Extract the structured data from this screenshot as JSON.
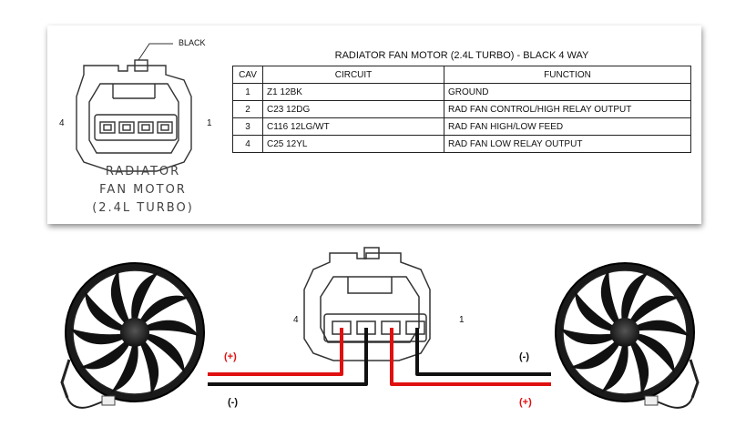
{
  "connector_callout": "BLACK",
  "caption": [
    "RADIATOR",
    "FAN MOTOR",
    "(2.4L TURBO)"
  ],
  "top_pins": {
    "left": "4",
    "right": "1"
  },
  "bottom_pins": {
    "left": "4",
    "right": "1"
  },
  "table": {
    "title": "RADIATOR FAN MOTOR (2.4L TURBO) - BLACK 4 WAY",
    "headers": [
      "CAV",
      "CIRCUIT",
      "FUNCTION"
    ],
    "rows": [
      {
        "cav": "1",
        "circuit": "Z1 12BK",
        "function": "GROUND"
      },
      {
        "cav": "2",
        "circuit": "C23 12DG",
        "function": "RAD FAN CONTROL/HIGH RELAY OUTPUT"
      },
      {
        "cav": "3",
        "circuit": "C116 12LG/WT",
        "function": "RAD FAN HIGH/LOW FEED"
      },
      {
        "cav": "4",
        "circuit": "C25 12YL",
        "function": "RAD FAN LOW RELAY OUTPUT"
      }
    ]
  },
  "wire_labels": {
    "left_red": "(+)",
    "left_black": "(-)",
    "right_black": "(-)",
    "right_red": "(+)"
  },
  "colors": {
    "positive_wire": "#e01010",
    "negative_wire": "#111111"
  }
}
